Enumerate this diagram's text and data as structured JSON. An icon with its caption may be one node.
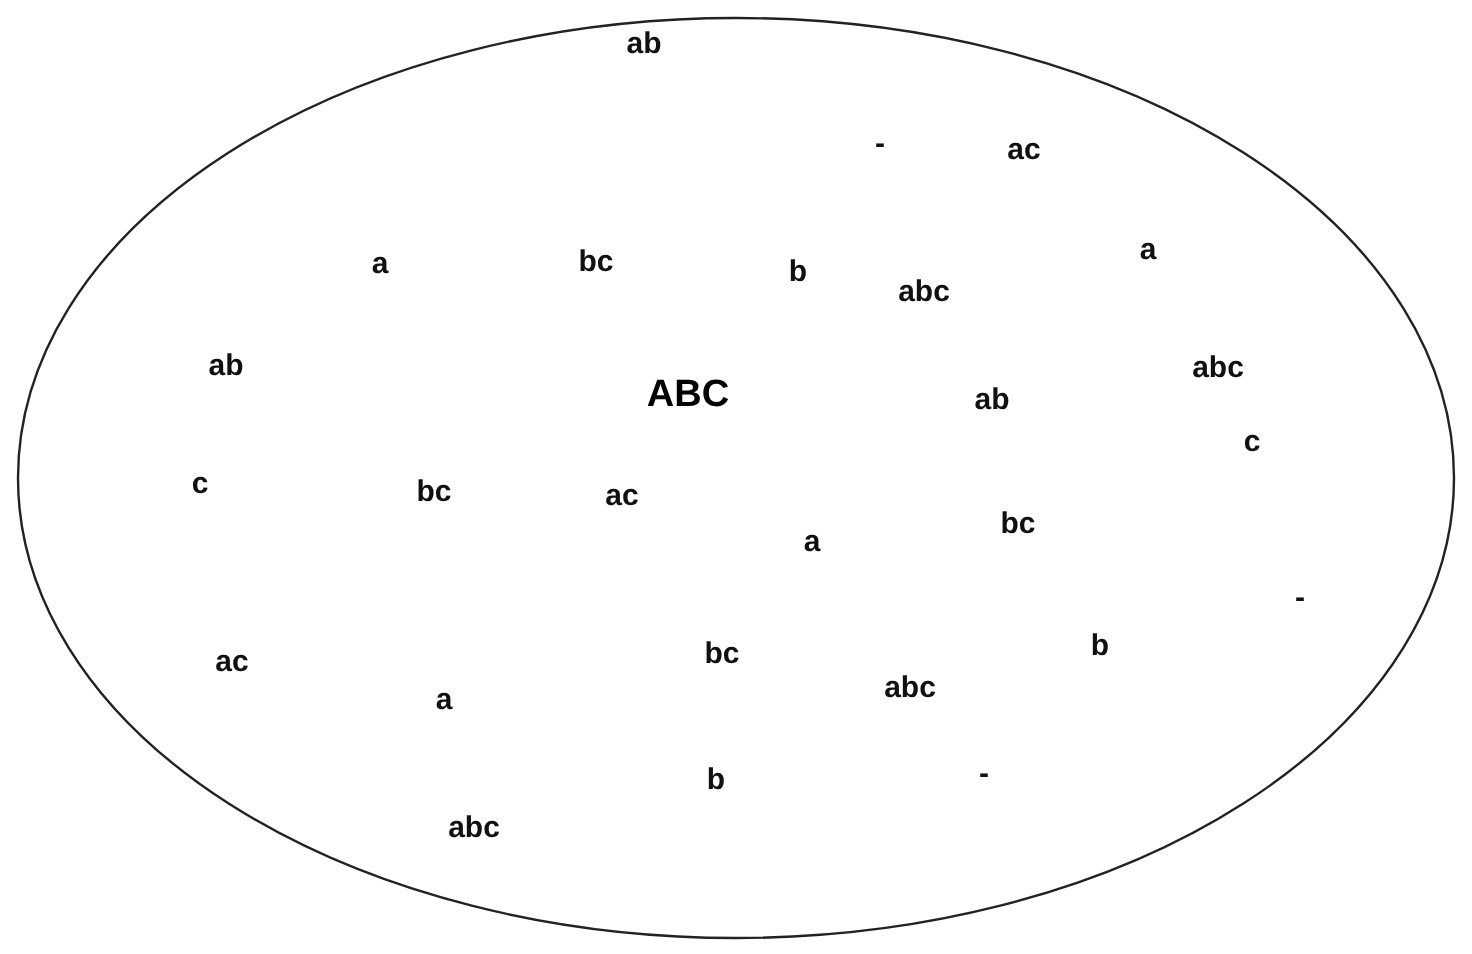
{
  "diagram": {
    "nodes": [
      {
        "text": [
          "ABC"
        ]
      }
    ],
    "labels": [
      "ab",
      "-",
      "ac",
      "a",
      "bc",
      "b",
      "abc",
      "a",
      "ab",
      "abc",
      "ab",
      "c",
      "c",
      "bc",
      "ac",
      "bc",
      "a",
      "-",
      "b",
      "ac",
      "bc",
      "abc",
      "a",
      "-",
      "b",
      "abc"
    ]
  }
}
